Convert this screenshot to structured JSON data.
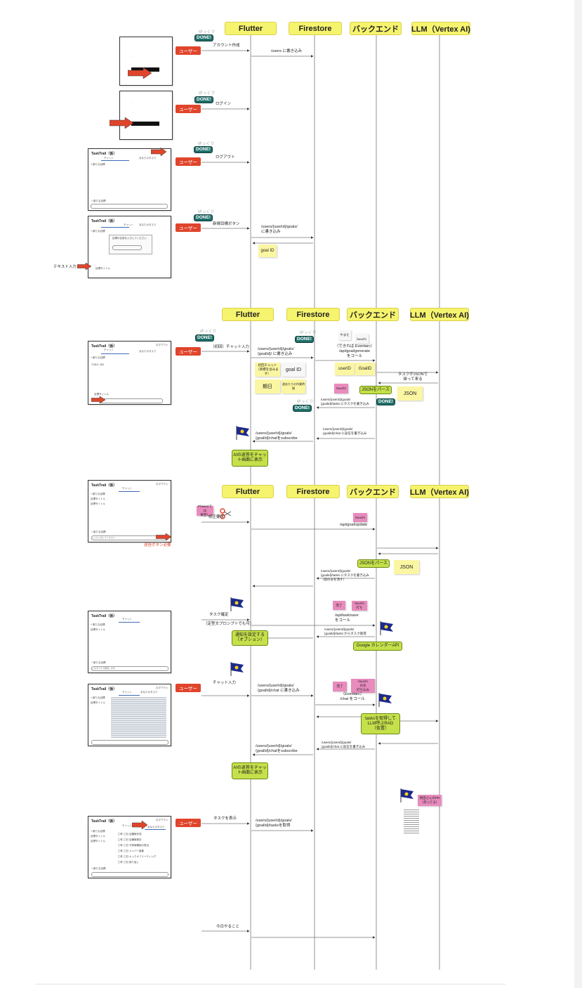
{
  "participants": [
    "Flutter",
    "Firestore",
    "バックエンド",
    "LLM（Vertex AI)"
  ],
  "user_label": "ユーザー",
  "done_label": "DONE!",
  "done_top": "ゆっくり",
  "app_title": "TaskTrail（仮）",
  "tab_chat": "チャット",
  "tab_tasks": "あなたのタスク",
  "side_new_goal": "+ 新たな目標",
  "side_item": "目標タイトル",
  "logout_small": "ログアウト",
  "input_placeholder": "ここに入力してください",
  "s1": {
    "msg1": "アカウント作成",
    "msg2": "/users に書き込み"
  },
  "s2": {
    "msg1": "ログイン"
  },
  "s3": {
    "msg1": "ログアウト"
  },
  "s4": {
    "msg1": "新規目標ボタン",
    "msg2": "/users/{userId}/goals/\nに書き込み",
    "sticky": "goal ID",
    "dialog": "目標の名前を入力してください",
    "side_input": "テキスト入力"
  },
  "s5": {
    "msg1": "（初回）チャット入力",
    "msg2": "/users/{userId}/goals/\n{goalId}/ に書き込み",
    "msg3": "（できれば Eventarc）\n/api/goal/generate\nをコール",
    "msg4": "タスクがJSONで\n帰って来る",
    "msg5": "/users/{userId}/goals/\n{goalId}/tasks にタスクを書き込み",
    "msg6": "/users/{userId}/goals/\n{goalId}/chat に返信を書き込み",
    "msg7": "/users/{userId}/goals/\n{goalId}/chatをsubscribe",
    "sticky_first": "初回チャット\n（目標を含みます）",
    "sticky_goalid": "goal ID",
    "sticky_kijitsu": "期日",
    "sticky_other": "週あたりの作業時間",
    "sticky_yarikata": "やまた",
    "sticky_buuchi1": "buuchi",
    "sticky_userid": "userID",
    "sticky_goalid2": "GoalID",
    "sticky_buuchi2": "buuchi",
    "pill_json": "JSONをパース",
    "sticky_json": "JSON",
    "pill_ai": "AIの返答をチャット画面に表示",
    "todo": "TODO: 300"
  },
  "s6": {
    "sticky_phase": "Phase2では\n後回し",
    "msg1": "修正要求",
    "sticky_buuchi": "buuchi",
    "msg2": "/api/goal/update",
    "pill_json": "JSONをパース",
    "sticky_json": "JSON",
    "msg3": "/users/{userId}/goals/\n{goalId}/tasks にタスクを書き込み\n（前の分を消す）",
    "red_note": "送信ボタン必要"
  },
  "s7": {
    "msg1": "タスク確定",
    "msg2": "（定型文プロンプトでも可）",
    "pill_notify": "通知を設定する\n（オプション）",
    "sticky_kanryo": "完了",
    "sticky_buuchi": "buuchi\n打ち",
    "msg3": "/api/task/save\nをコール",
    "msg4": "/users/{userId}/goals/\n{goalId}/tasks からタスク取得",
    "pill_cal": "Google カレンダーAPI",
    "input": "このタスクで確定します"
  },
  "s8": {
    "msg1": "チャット入力",
    "msg2": "/users/{userId}/goals/\n{goalId}/chat に書き込み",
    "sticky_kanryo": "完了",
    "sticky_buuchi": "buuchi\nのあ\n打ち込み",
    "msg3": "（Eventarc）\n/chat をコール",
    "pill_rag": "tasksを取得して\nLLM呼ぶRAG\n（仮置）",
    "msg4": "/users/{userId}/goals/\n{goalId}/chat に返信を書き込み",
    "msg5": "/users/{userId}/goals/\n{goalId}/chatをsubscribe",
    "pill_ai": "AIの返答をチャット画面に表示"
  },
  "s9": {
    "msg1": "タスクを表示",
    "msg2": "/users/{userId}/goals/\n{goalId}/tasksを取得",
    "sticky_pr": "原田さんのPR\n（作ってる）",
    "tasks": [
      "〇件 〇日 店舗案作成",
      "〇件 〇日 店舗案検討",
      "〇件 〇日 予算案確認の提出",
      "〇件 〇日 メンバー募集",
      "〇件 〇日 キックオフミーティング",
      "〇件 〇日 振り返し"
    ]
  },
  "s10": {
    "msg1": "今日やること"
  }
}
